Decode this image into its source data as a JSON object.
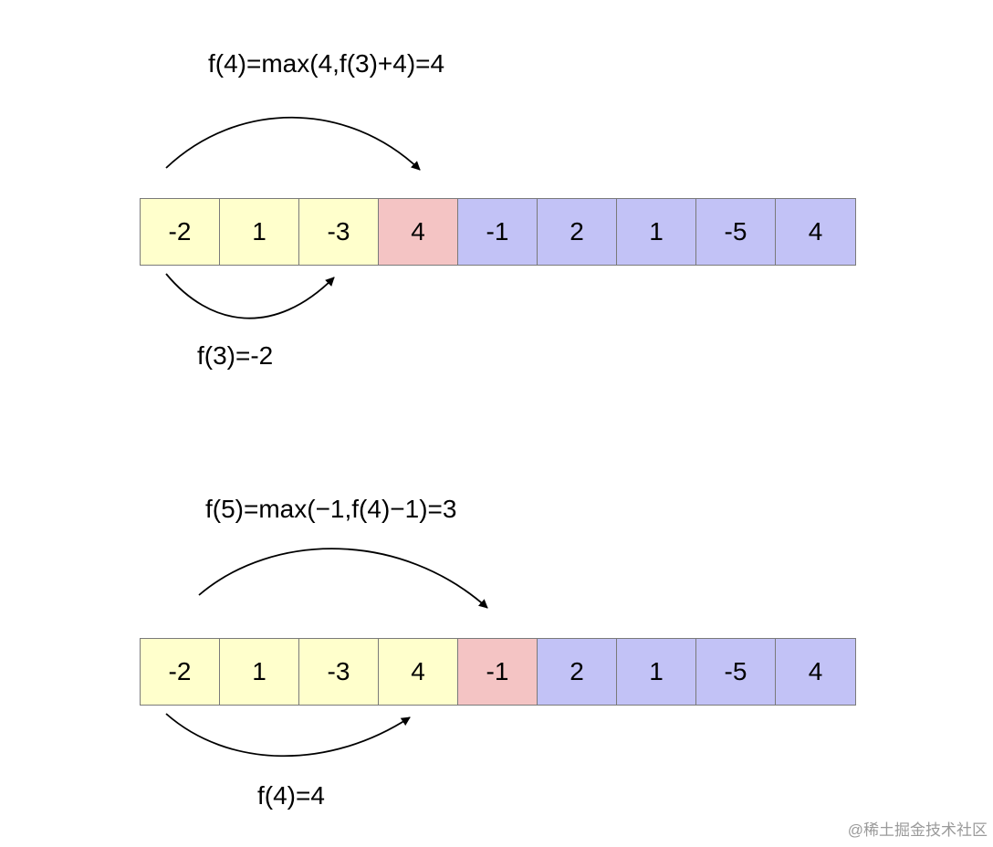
{
  "panels": [
    {
      "top_formula": "f(4)=max(4,f(3)+4)=4",
      "bottom_formula": "f(3)=-2",
      "cells": [
        {
          "value": "-2",
          "state": "prefix"
        },
        {
          "value": "1",
          "state": "prefix"
        },
        {
          "value": "-3",
          "state": "prefix"
        },
        {
          "value": "4",
          "state": "current"
        },
        {
          "value": "-1",
          "state": "rest"
        },
        {
          "value": "2",
          "state": "rest"
        },
        {
          "value": "1",
          "state": "rest"
        },
        {
          "value": "-5",
          "state": "rest"
        },
        {
          "value": "4",
          "state": "rest"
        }
      ]
    },
    {
      "top_formula": "f(5)=max(−1,f(4)−1)=3",
      "bottom_formula": "f(4)=4",
      "cells": [
        {
          "value": "-2",
          "state": "prefix"
        },
        {
          "value": "1",
          "state": "prefix"
        },
        {
          "value": "-3",
          "state": "prefix"
        },
        {
          "value": "4",
          "state": "prefix"
        },
        {
          "value": "-1",
          "state": "current"
        },
        {
          "value": "2",
          "state": "rest"
        },
        {
          "value": "1",
          "state": "rest"
        },
        {
          "value": "-5",
          "state": "rest"
        },
        {
          "value": "4",
          "state": "rest"
        }
      ]
    }
  ],
  "colors": {
    "prefix": "#ffffcc",
    "current": "#f4c4c4",
    "rest": "#c2c2f6",
    "border": "#7a7a7a"
  },
  "watermark": "@稀土掘金技术社区"
}
